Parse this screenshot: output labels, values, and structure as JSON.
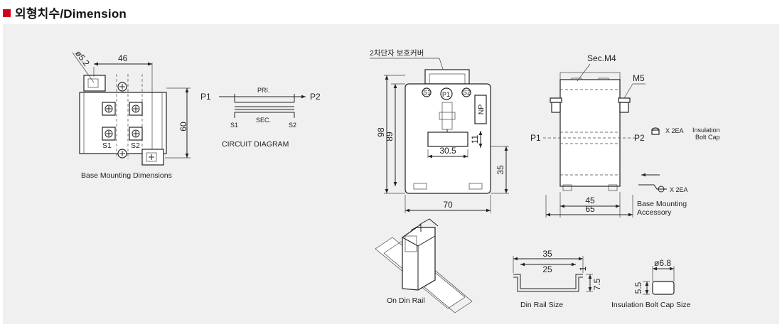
{
  "header": {
    "title": "외형치수/Dimension",
    "accent": "#d0021b"
  },
  "panel": {
    "background": "#f0f0f0"
  },
  "base_mounting": {
    "caption": "Base Mounting Dimensions",
    "dim_hole": "ø5.2",
    "dim_width": "46",
    "dim_height": "60",
    "label_s1": "S1",
    "label_s2": "S2"
  },
  "circuit": {
    "caption": "CIRCUIT DIAGRAM",
    "p1": "P1",
    "p2": "P2",
    "pri": "PRI.",
    "sec": "SEC.",
    "s1": "S1",
    "s2": "S2"
  },
  "front_view": {
    "cover_label": "2차단자 보호커버",
    "s1": "S1",
    "p1": "P1",
    "s2": "S2",
    "np": "NP",
    "dim_98": "98",
    "dim_89": "89",
    "dim_11": "11",
    "dim_30_5": "30.5",
    "dim_35": "35",
    "dim_70": "70"
  },
  "side_view": {
    "sec_m4": "Sec.M4",
    "m5": "M5",
    "p1": "P1",
    "p2": "P2",
    "dim_45": "45",
    "dim_65": "65"
  },
  "accessories": {
    "bolt_cap_qty": "X 2EA",
    "bolt_cap_label_1": "Insulation",
    "bolt_cap_label_2": "Bolt Cap",
    "base_qty": "X 2EA",
    "base_label_1": "Base Mounting",
    "base_label_2": "Accessory"
  },
  "din_rail": {
    "caption": "On Din Rail"
  },
  "din_rail_size": {
    "caption": "Din Rail Size",
    "dim_35": "35",
    "dim_25": "25",
    "dim_1": "1",
    "dim_7_5": "7.5"
  },
  "bolt_cap_size": {
    "caption": "Insulation Bolt Cap Size",
    "dim_dia": "ø6.8",
    "dim_h": "5.5"
  }
}
